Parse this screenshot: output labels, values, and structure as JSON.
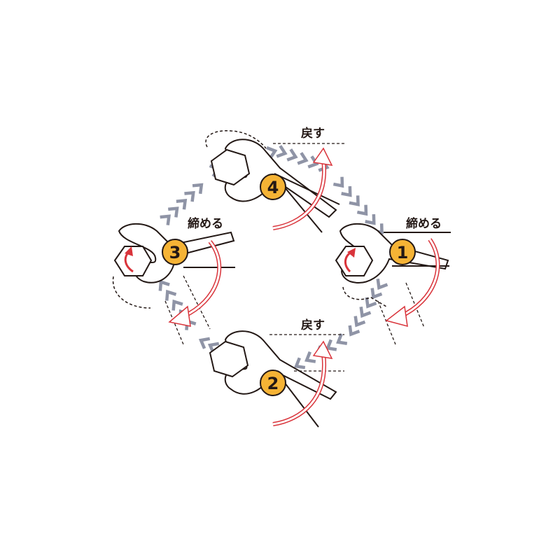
{
  "steps": [
    {
      "number": "1",
      "action": "締める"
    },
    {
      "number": "2",
      "action": "戻す"
    },
    {
      "number": "3",
      "action": "締める"
    },
    {
      "number": "4",
      "action": "戻す"
    }
  ],
  "colors": {
    "badge_fill": "#f5b335",
    "outline": "#231815",
    "arrow_red": "#d9343b",
    "chevron": "#8f94a6",
    "background": "#ffffff"
  }
}
